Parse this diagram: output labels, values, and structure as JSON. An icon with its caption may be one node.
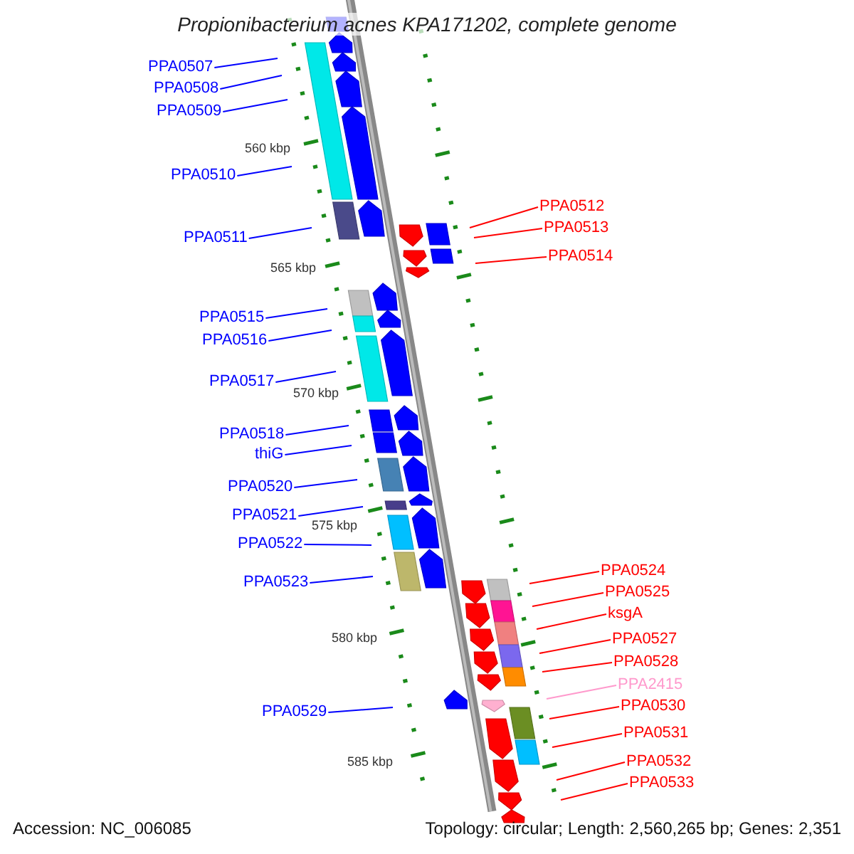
{
  "diagram": {
    "title": "Propionibacterium acnes KPA171202, complete genome",
    "nodes": [
      {
        "text": [
          "PPA0507"
        ]
      },
      {
        "text": [
          "PPA0508"
        ]
      },
      {
        "text": [
          "PPA0509"
        ]
      },
      {
        "text": [
          "PPA0510"
        ]
      },
      {
        "text": [
          "PPA0511"
        ]
      },
      {
        "text": [
          "PPA0512"
        ]
      },
      {
        "text": [
          "PPA0513"
        ]
      },
      {
        "text": [
          "PPA0514"
        ]
      },
      {
        "text": [
          "PPA0515"
        ]
      },
      {
        "text": [
          "PPA0516"
        ]
      },
      {
        "text": [
          "PPA0517"
        ]
      },
      {
        "text": [
          "PPA0518"
        ]
      },
      {
        "text": [
          "thiG"
        ]
      },
      {
        "text": [
          "PPA0520"
        ]
      },
      {
        "text": [
          "PPA0521"
        ]
      },
      {
        "text": [
          "PPA0522"
        ]
      },
      {
        "text": [
          "PPA0523"
        ]
      },
      {
        "text": [
          "PPA0524"
        ]
      },
      {
        "text": [
          "PPA0525"
        ]
      },
      {
        "text": [
          "ksgA"
        ]
      },
      {
        "text": [
          "PPA0527"
        ]
      },
      {
        "text": [
          "PPA0528"
        ]
      },
      {
        "text": [
          "PPA2415"
        ]
      },
      {
        "text": [
          "PPA0529"
        ]
      },
      {
        "text": [
          "PPA0530"
        ]
      },
      {
        "text": [
          "PPA0531"
        ]
      },
      {
        "text": [
          "PPA0532"
        ]
      },
      {
        "text": [
          "PPA0533"
        ]
      }
    ],
    "edges": [
      {
        "from": 0,
        "to": null,
        "arrow": "none"
      },
      {
        "from": 1,
        "to": null,
        "arrow": "none"
      },
      {
        "from": 2,
        "to": null,
        "arrow": "none"
      },
      {
        "from": 3,
        "to": null,
        "arrow": "none"
      },
      {
        "from": 4,
        "to": null,
        "arrow": "none"
      },
      {
        "from": 5,
        "to": null,
        "arrow": "none",
        "color": "#ff0000"
      },
      {
        "from": 6,
        "to": null,
        "arrow": "none",
        "color": "#ff0000"
      },
      {
        "from": 7,
        "to": null,
        "arrow": "none",
        "color": "#ff0000"
      },
      {
        "from": 8,
        "to": null,
        "arrow": "none"
      },
      {
        "from": 9,
        "to": null,
        "arrow": "none"
      },
      {
        "from": 10,
        "to": null,
        "arrow": "none"
      },
      {
        "from": 11,
        "to": null,
        "arrow": "none"
      },
      {
        "from": 12,
        "to": null,
        "arrow": "none"
      },
      {
        "from": 13,
        "to": null,
        "arrow": "none"
      },
      {
        "from": 14,
        "to": null,
        "arrow": "none"
      },
      {
        "from": 15,
        "to": null,
        "arrow": "none"
      },
      {
        "from": 16,
        "to": null,
        "arrow": "none"
      },
      {
        "from": 17,
        "to": null,
        "arrow": "none",
        "color": "#ff0000"
      },
      {
        "from": 18,
        "to": null,
        "arrow": "none",
        "color": "#ff0000"
      },
      {
        "from": 19,
        "to": null,
        "arrow": "none",
        "color": "#ff0000"
      },
      {
        "from": 20,
        "to": null,
        "arrow": "none",
        "color": "#ff0000"
      },
      {
        "from": 21,
        "to": null,
        "arrow": "none",
        "color": "#ff0000"
      },
      {
        "from": 22,
        "to": null,
        "arrow": "none",
        "color": "#ff99cc"
      },
      {
        "from": 23,
        "to": null,
        "arrow": "none"
      },
      {
        "from": 24,
        "to": null,
        "arrow": "none",
        "color": "#ff0000"
      },
      {
        "from": 25,
        "to": null,
        "arrow": "none",
        "color": "#ff0000"
      },
      {
        "from": 26,
        "to": null,
        "arrow": "none",
        "color": "#ff0000"
      },
      {
        "from": 27,
        "to": null,
        "arrow": "none",
        "color": "#ff0000"
      }
    ],
    "labels": [
      "560 kbp",
      "565 kbp",
      "570 kbp",
      "575 kbp",
      "580 kbp",
      "585 kbp",
      "Accession: NC_006085",
      "Topology: circular; Length: 2,560,265 bp; Genes: 2,351"
    ]
  }
}
